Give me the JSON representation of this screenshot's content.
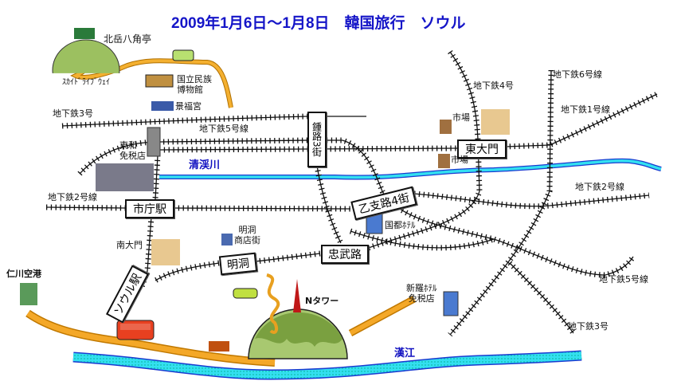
{
  "title": "2009年1月6日～1月8日　韓国旅行　ソウル",
  "stations": {
    "city_hall": "市庁駅",
    "jongno3": "鍾路3街",
    "dongdaemun": "東大門",
    "euljiro4": "乙支路4街",
    "chungmuro": "忠武路",
    "myeongdong": "明洞",
    "seoul_station": "ソウル駅"
  },
  "lines": {
    "line3_top": "地下鉄3号",
    "line5_top": "地下鉄5号線",
    "line2_left": "地下鉄2号線",
    "line4": "地下鉄4号",
    "line6": "地下鉄6号線",
    "line1": "地下鉄1号線",
    "line2_right": "地下鉄2号線",
    "line5_right": "地下鉄5号線",
    "line3_bottom": "地下鉄3号"
  },
  "landmarks": {
    "bukak": "北岳八角亭",
    "skyway": "ｽｶｲﾄﾞﾗｲﾌﾞｳｪｲ",
    "museum": "国立民族\n博物館",
    "gyeongbok": "景福宮",
    "dongwha": "東和\n免税店",
    "market1": "市場",
    "market2": "市場",
    "sewoon_hotel": "国都ﾎﾃﾙ",
    "namdaemun": "南大門",
    "myeongdong_street": "明洞\n商店街",
    "incheon": "仁川空港",
    "ntower": "Nタワー",
    "shilla": "新羅ﾎﾃﾙ\n免税店"
  },
  "rivers": {
    "cheonggye": "清渓川",
    "han": "漢江"
  },
  "colors": {
    "title": "#1515c8",
    "river": "#33e0f0",
    "road": "#f0a020",
    "hill": "#8ab048"
  }
}
